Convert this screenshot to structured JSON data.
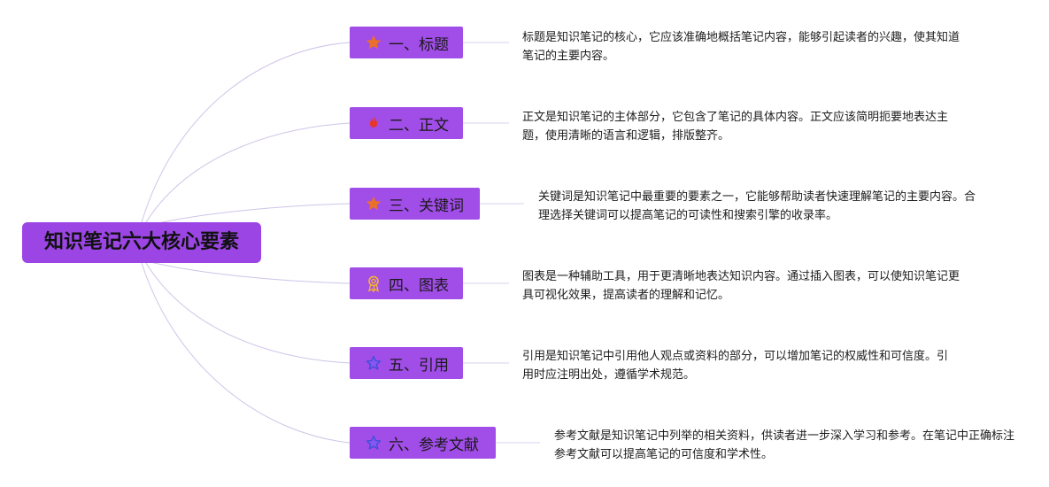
{
  "root": {
    "title": "知识笔记六大核心要素"
  },
  "branches": [
    {
      "icon": "star-icon",
      "label": "一、标题",
      "description": "标题是知识笔记的核心，它应该准确地概括笔记内容，能够引起读者的兴趣，使其知道笔记的主要内容。"
    },
    {
      "icon": "fire-icon",
      "label": "二、正文",
      "description": "正文是知识笔记的主体部分，它包含了笔记的具体内容。正文应该简明扼要地表达主题，使用清晰的语言和逻辑，排版整齐。"
    },
    {
      "icon": "star-icon",
      "label": "三、关键词",
      "description": "关键词是知识笔记中最重要的要素之一，它能够帮助读者快速理解笔记的主要内容。合理选择关键词可以提高笔记的可读性和搜索引擎的收录率。"
    },
    {
      "icon": "medal-icon",
      "label": "四、图表",
      "description": "图表是一种辅助工具，用于更清晰地表达知识内容。通过插入图表，可以使知识笔记更具可视化效果，提高读者的理解和记忆。"
    },
    {
      "icon": "star-outline-icon",
      "label": "五、引用",
      "description": "引用是知识笔记中引用他人观点或资料的部分，可以增加笔记的权威性和可信度。引用时应注明出处，遵循学术规范。"
    },
    {
      "icon": "star-outline-icon",
      "label": "六、参考文献",
      "description": "参考文献是知识笔记中列举的相关资料，供读者进一步深入学习和参考。在笔记中正确标注参考文献可以提高笔记的可信度和学术性。"
    }
  ],
  "colors": {
    "root": "#9b45e4",
    "branch": "#a14de8",
    "connector": "#c9bde6"
  }
}
